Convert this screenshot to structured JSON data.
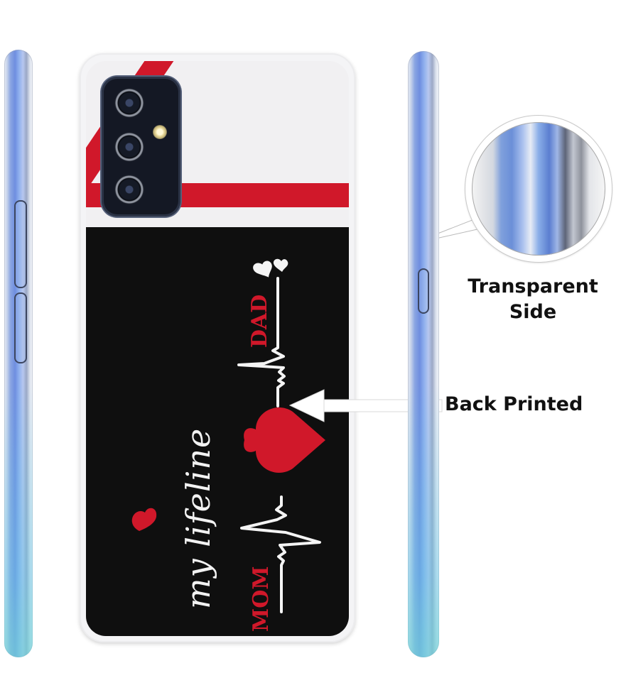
{
  "product": {
    "type": "printed transparent phone back case",
    "design": {
      "script_text": "my lifeline",
      "top_word": "DAD",
      "bottom_word": "MOM"
    },
    "colors": {
      "red": "#d0182a",
      "black": "#0f0f0f",
      "white": "#f1f0f2",
      "side_blue": "#6f8ee0"
    }
  },
  "callouts": {
    "transparent_side": {
      "line1": "Transparent",
      "line2": "Side"
    },
    "back_printed": "Back Printed"
  },
  "icons": {
    "hearts": [
      "white-heart-small",
      "white-heart-small",
      "red-heart-large",
      "red-heart-small"
    ],
    "arrow": "arrow-left-icon"
  }
}
